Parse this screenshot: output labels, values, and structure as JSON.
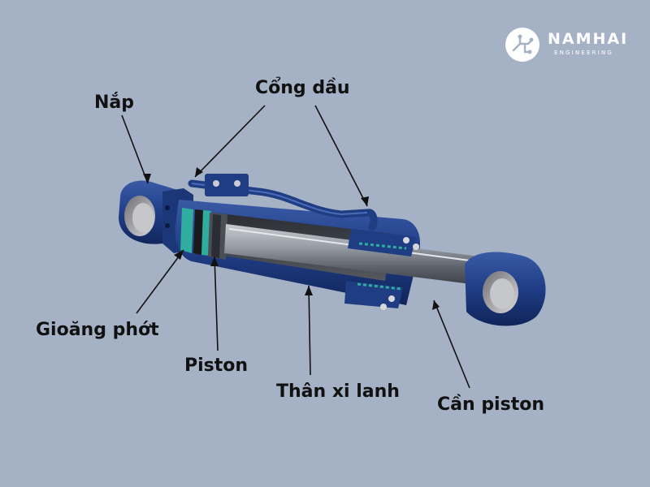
{
  "brand": {
    "name": "NAMHAI",
    "tagline": "ENGINEERING"
  },
  "labels": {
    "cap": "Nắp",
    "oil_port": "Cổng dầu",
    "seal": "Gioăng phớt",
    "piston": "Piston",
    "cylinder_body": "Thân xi lanh",
    "piston_rod": "Cần piston"
  },
  "colors": {
    "background": "#a5b2c6",
    "body_blue": "#1f3d82",
    "seal_teal": "#2fae9f",
    "rod_steel": "#8a8f97",
    "label_text": "#111111"
  }
}
